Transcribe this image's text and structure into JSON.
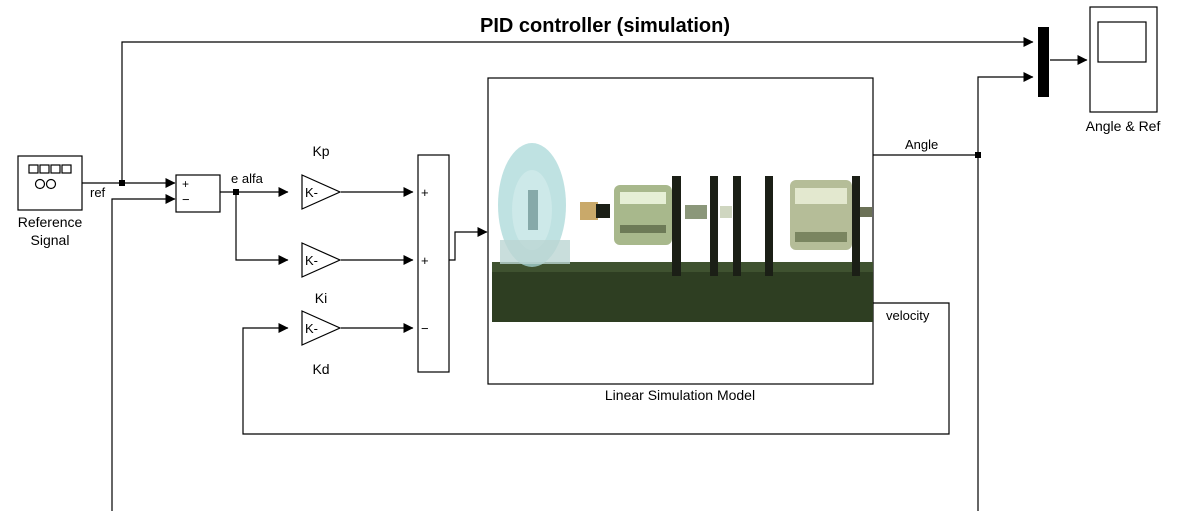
{
  "title": "PID controller (simulation)",
  "blocks": {
    "reference_signal": {
      "label_line1": "Reference",
      "label_line2": "Signal"
    },
    "sum": {
      "plus": "+",
      "minus": "−"
    },
    "gain_kp": {
      "label": "Kp",
      "text": "K-"
    },
    "gain_ki": {
      "label": "Ki",
      "text": "K-"
    },
    "gain_kd": {
      "label": "Kd",
      "text": "K-"
    },
    "sum3": {
      "port1": "+",
      "port2": "+",
      "port3": "−"
    },
    "plant": {
      "label": "Linear Simulation Model"
    },
    "scope": {
      "label": "Angle & Ref"
    }
  },
  "signals": {
    "ref": "ref",
    "error": "e alfa",
    "angle": "Angle",
    "velocity": "velocity"
  },
  "colors": {
    "line": "#000000",
    "plant_base": "#2e3e22",
    "plant_base_top": "#3f5230",
    "rotor_glow": "#a9d8d8",
    "disk": "#1b1f16",
    "motor": "#a8b88c"
  }
}
